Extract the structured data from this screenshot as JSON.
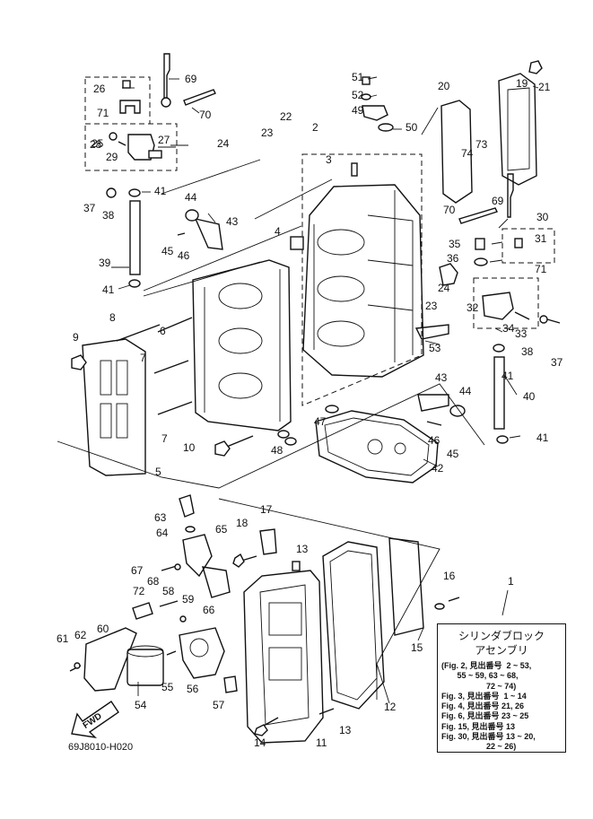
{
  "figure_code": "69J8010-H020",
  "fwd_label": "FWD",
  "info_box": {
    "title_line1": "シリンダブロック",
    "title_line2": "アセンブリ",
    "lines": [
      "(Fig. 2, 見出番号  2 ~ 53,",
      "       55 ~ 59, 63 ~ 68,",
      "                    72 ~ 74)",
      "Fig. 3, 見出番号  1 ~ 14",
      "Fig. 4, 見出番号 21, 26",
      "Fig. 6, 見出番号 23 ~ 25",
      "Fig. 15, 見出番号 13",
      "Fig. 30, 見出番号 13 ~ 20,",
      "                    22 ~ 26)"
    ]
  },
  "callouts": [
    "1",
    "2",
    "3",
    "4",
    "5",
    "6",
    "7",
    "7",
    "8",
    "9",
    "10",
    "11",
    "12",
    "13",
    "13",
    "14",
    "15",
    "16",
    "17",
    "18",
    "19",
    "20",
    "21",
    "22",
    "23",
    "23",
    "24",
    "24",
    "25",
    "26",
    "27",
    "28",
    "29",
    "30",
    "31",
    "32",
    "33",
    "34",
    "35",
    "36",
    "37",
    "37",
    "38",
    "38",
    "39",
    "40",
    "41",
    "41",
    "41",
    "41",
    "42",
    "43",
    "43",
    "44",
    "44",
    "45",
    "45",
    "46",
    "46",
    "47",
    "48",
    "49",
    "50",
    "51",
    "52",
    "53",
    "54",
    "55",
    "56",
    "57",
    "58",
    "59",
    "60",
    "61",
    "62",
    "63",
    "64",
    "65",
    "66",
    "67",
    "68",
    "69",
    "69",
    "70",
    "70",
    "71",
    "71",
    "72",
    "73",
    "74"
  ]
}
